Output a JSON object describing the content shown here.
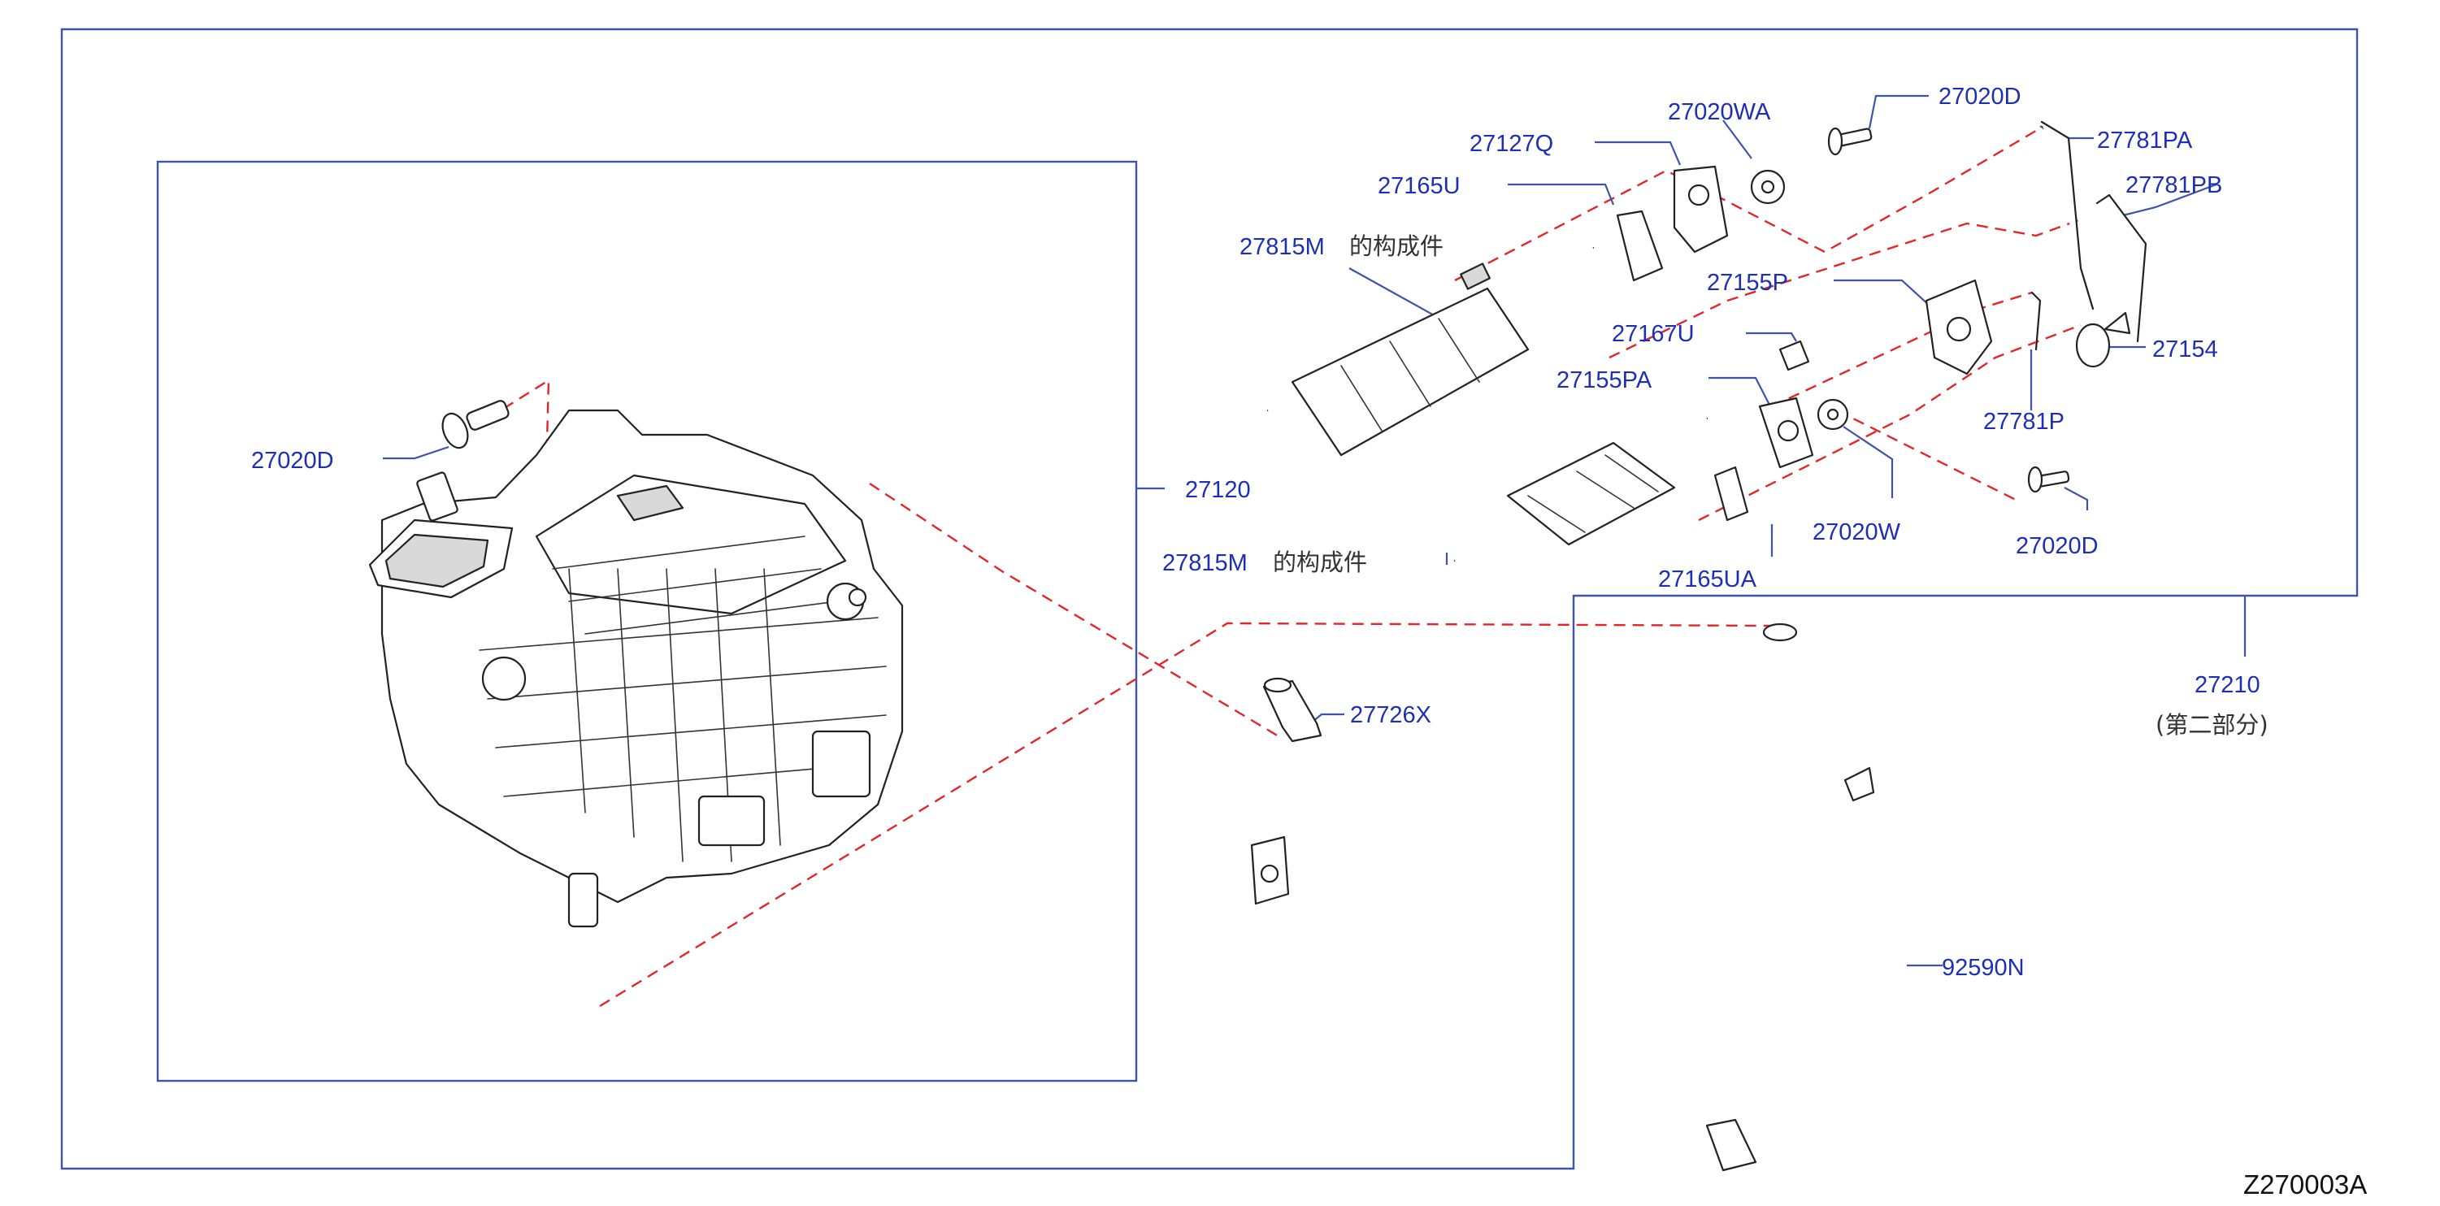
{
  "labels": {
    "p27020D_a": "27020D",
    "p27120": "27120",
    "p27815M_a": "27815M",
    "p27815M_b": "27815M",
    "p27165U": "27165U",
    "p27127Q": "27127Q",
    "p27020WA": "27020WA",
    "p27020D_b": "27020D",
    "p27781PA": "27781PA",
    "p27781PB": "27781PB",
    "p27155P": "27155P",
    "p27167U": "27167U",
    "p27154": "27154",
    "p27155PA": "27155PA",
    "p27781P": "27781P",
    "p27020W": "27020W",
    "p27020D_c": "27020D",
    "p27165UA": "27165UA",
    "p27726X": "27726X",
    "p27210": "27210",
    "p92590N": "92590N"
  },
  "notes": {
    "component_of_a": "的构成件",
    "component_of_b": "的构成件",
    "part_two": "(第二部分)"
  },
  "diagram_code": "Z270003A",
  "colors": {
    "label_blue": "#1d2fb4",
    "frame_blue": "#3e54a8",
    "dash_red": "#e0282c",
    "line_art": "#222222"
  }
}
